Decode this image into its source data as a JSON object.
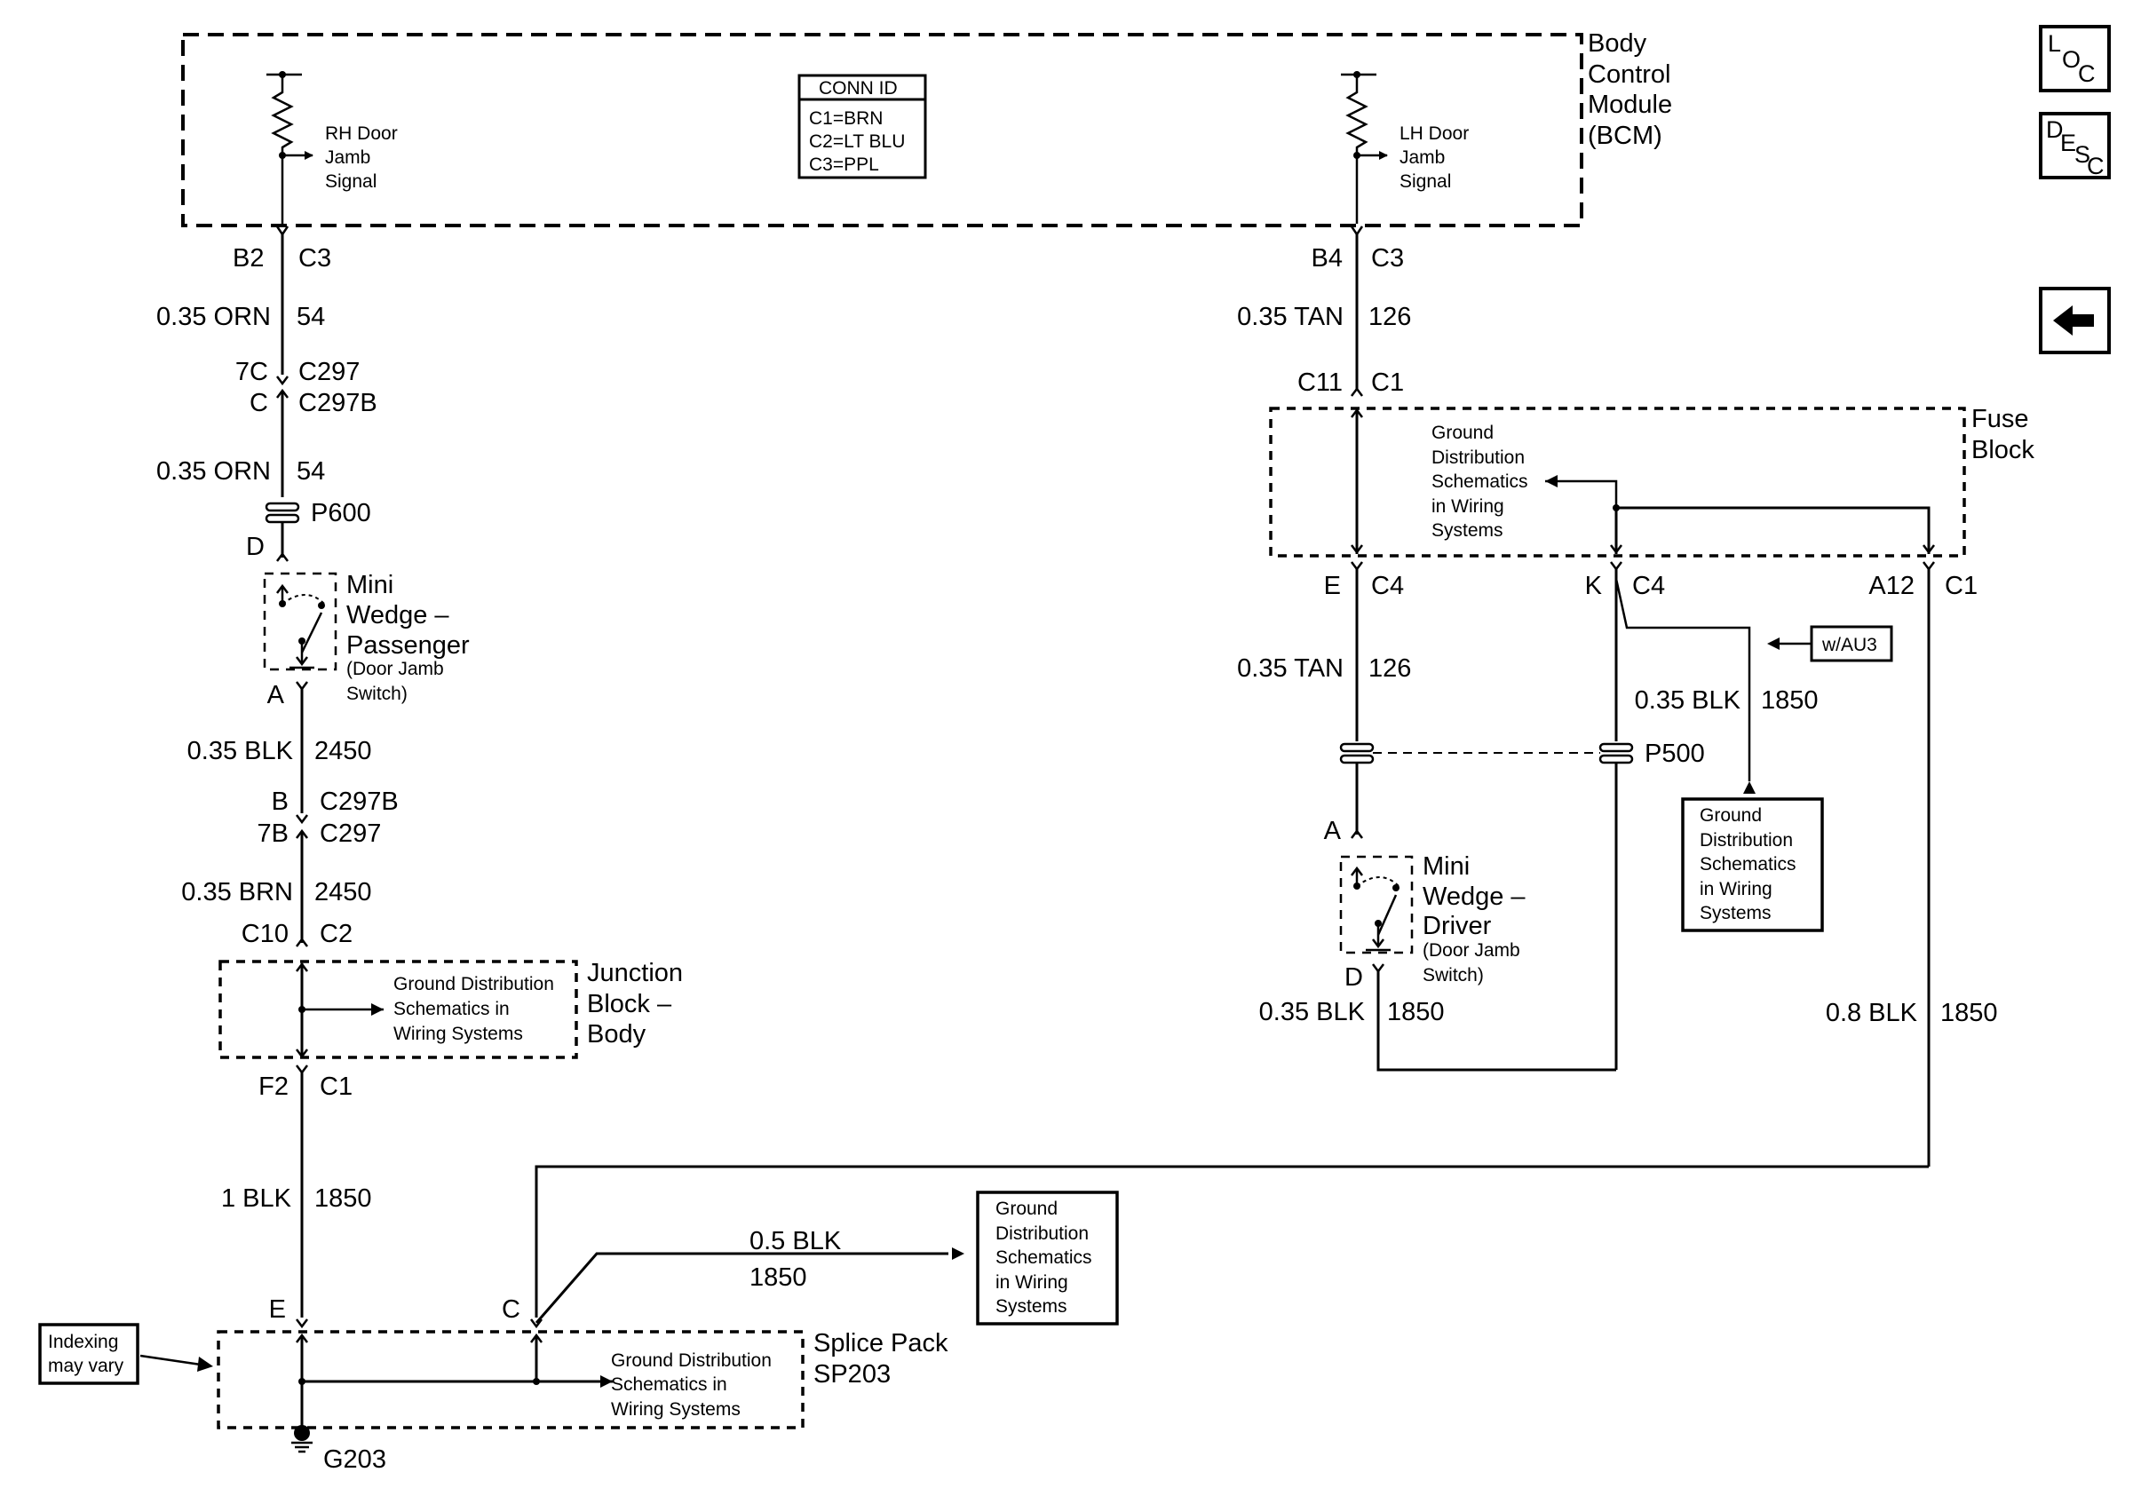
{
  "nav": {
    "loc_label": [
      "L",
      "O",
      "C"
    ],
    "desc_label": [
      "D",
      "E",
      "S",
      "C"
    ]
  },
  "bcm": {
    "label": [
      "Body",
      "Control",
      "Module",
      "(BCM)"
    ],
    "conn_id": {
      "title": "CONN ID",
      "lines": [
        "C1=BRN",
        "C2=LT BLU",
        "C3=PPL"
      ]
    },
    "rh_signal": [
      "RH Door",
      "Jamb",
      "Signal"
    ],
    "lh_signal": [
      "LH Door",
      "Jamb",
      "Signal"
    ]
  },
  "left_circuit": {
    "pin_top": {
      "pin": "B2",
      "conn": "C3"
    },
    "wire1": {
      "gauge": "0.35 ORN",
      "circuit": "54"
    },
    "c297_top": {
      "pin": "7C",
      "conn": "C297"
    },
    "c297b_top": {
      "pin": "C",
      "conn": "C297B"
    },
    "wire2": {
      "gauge": "0.35 ORN",
      "circuit": "54"
    },
    "p600": "P600",
    "pin_d": "D",
    "switch_label": [
      "Mini",
      "Wedge –",
      "Passenger"
    ],
    "switch_sub": [
      "(Door Jamb",
      "Switch)"
    ],
    "pin_a": "A",
    "wire3": {
      "gauge": "0.35 BLK",
      "circuit": "2450"
    },
    "c297b_bot": {
      "pin": "B",
      "conn": "C297B"
    },
    "c297_bot": {
      "pin": "7B",
      "conn": "C297"
    },
    "wire4": {
      "gauge": "0.35 BRN",
      "circuit": "2450"
    },
    "jb_top": {
      "pin": "C10",
      "conn": "C2"
    },
    "jb_ground": [
      "Ground Distribution",
      "Schematics in",
      "Wiring Systems"
    ],
    "jb_label": [
      "Junction",
      "Block –",
      "Body"
    ],
    "jb_bot": {
      "pin": "F2",
      "conn": "C1"
    },
    "wire5": {
      "gauge": "1 BLK",
      "circuit": "1850"
    }
  },
  "right_circuit": {
    "pin_top": {
      "pin": "B4",
      "conn": "C3"
    },
    "wire1": {
      "gauge": "0.35 TAN",
      "circuit": "126"
    },
    "fb_top": {
      "pin": "C11",
      "conn": "C1"
    },
    "fb_ground": [
      "Ground",
      "Distribution",
      "Schematics",
      "in Wiring",
      "Systems"
    ],
    "fb_label": [
      "Fuse",
      "Block"
    ],
    "fb_e": {
      "pin": "E",
      "conn": "C4"
    },
    "fb_k": {
      "pin": "K",
      "conn": "C4"
    },
    "fb_a12": {
      "pin": "A12",
      "conn": "C1"
    },
    "option": "w/AU3",
    "wire2": {
      "gauge": "0.35 TAN",
      "circuit": "126"
    },
    "wire_k": {
      "gauge": "0.35 BLK",
      "circuit": "1850"
    },
    "p500": "P500",
    "ground_box": [
      "Ground",
      "Distribution",
      "Schematics",
      "in Wiring",
      "Systems"
    ],
    "pin_a": "A",
    "switch_label": [
      "Mini",
      "Wedge –",
      "Driver"
    ],
    "switch_sub": [
      "(Door Jamb",
      "Switch)"
    ],
    "pin_d": "D",
    "wire3": {
      "gauge": "0.35 BLK",
      "circuit": "1850"
    },
    "wire_a12": {
      "gauge": "0.8 BLK",
      "circuit": "1850"
    }
  },
  "splice": {
    "pin_e": "E",
    "pin_c": "C",
    "wire": {
      "gauge": "0.5 BLK",
      "circuit": "1850"
    },
    "ground_box": [
      "Ground",
      "Distribution",
      "Schematics",
      "in Wiring",
      "Systems"
    ],
    "indexing": [
      "Indexing",
      "may vary"
    ],
    "label": [
      "Splice Pack",
      "SP203"
    ],
    "ground_text": [
      "Ground Distribution",
      "Schematics in",
      "Wiring Systems"
    ],
    "ground": "G203"
  }
}
